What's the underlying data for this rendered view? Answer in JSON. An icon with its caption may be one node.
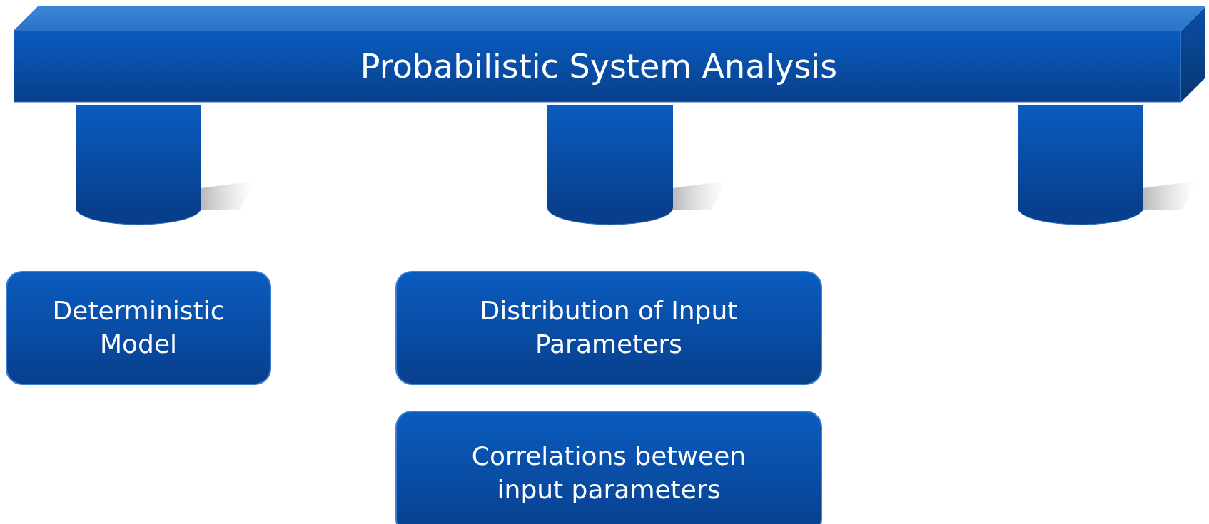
{
  "diagram": {
    "nodes": [
      {
        "text": [
          "Probabilistic System Analysis"
        ]
      },
      {
        "text": [],
        "shape": "cylinder"
      },
      {
        "text": [],
        "shape": "cylinder"
      },
      {
        "text": [],
        "shape": "cylinder"
      },
      {
        "text": [
          "Deterministic Model"
        ]
      },
      {
        "text": [
          "Distribution of Input Parameters"
        ]
      },
      {
        "text": [
          "Correlations between input parameters"
        ]
      }
    ],
    "edges": []
  }
}
